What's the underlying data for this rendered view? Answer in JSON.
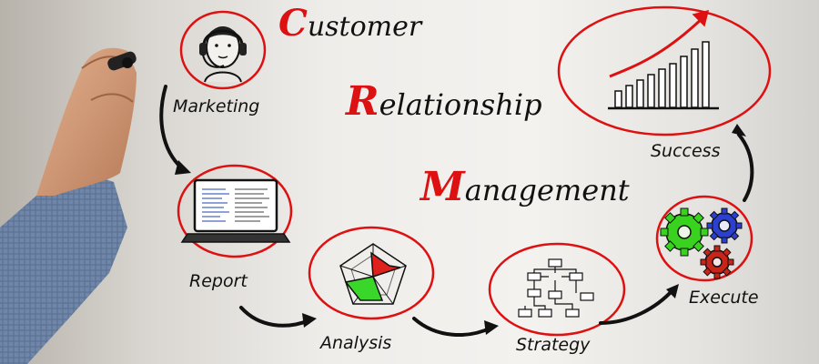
{
  "title": {
    "c_letter": "C",
    "c_rest": "ustomer",
    "r_letter": "R",
    "r_rest": "elationship",
    "m_letter": "M",
    "m_rest": "anagement"
  },
  "steps": {
    "marketing": "Marketing",
    "report": "Report",
    "analysis": "Analysis",
    "strategy": "Strategy",
    "execute": "Execute",
    "success": "Success"
  },
  "colors": {
    "accent_red": "#d11111",
    "ink": "#111111",
    "gear_green": "#39d21f",
    "gear_blue": "#2b3fd0",
    "gear_red": "#c8241a"
  },
  "icons": [
    "headset-person-icon",
    "laptop-icon",
    "radar-chart-icon",
    "flowchart-icon",
    "gears-icon",
    "growth-bar-chart-icon"
  ]
}
